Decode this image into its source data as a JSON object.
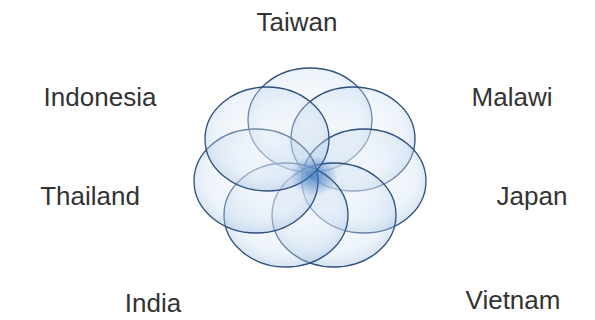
{
  "diagram": {
    "labels": [
      "Taiwan",
      "Indonesia",
      "Malawi",
      "Thailand",
      "Japan",
      "India",
      "Vietnam"
    ]
  }
}
